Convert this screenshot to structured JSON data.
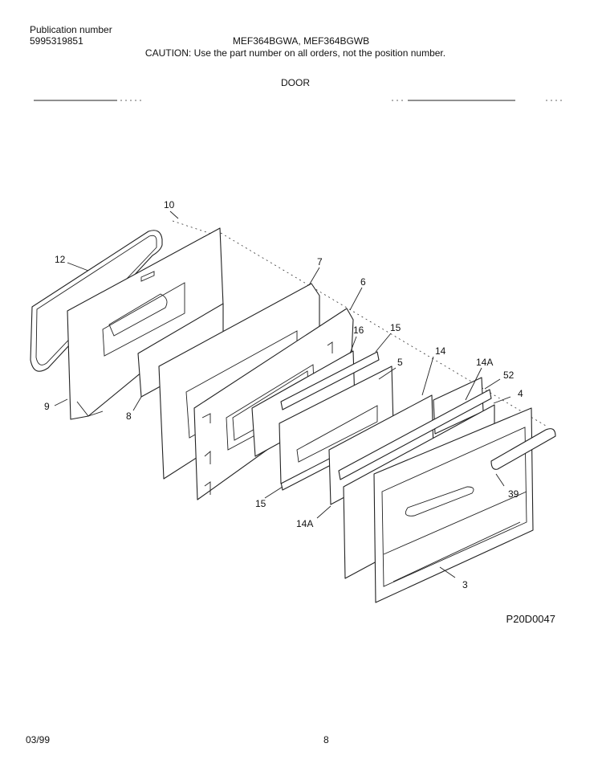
{
  "header": {
    "publication_label": "Publication number",
    "publication_number": "5995319851",
    "models": "MEF364BGWA, MEF364BGWB",
    "caution": "CAUTION:  Use the part number on all orders, not the position number.",
    "section_title": "DOOR"
  },
  "diagram": {
    "callouts": [
      "10",
      "12",
      "7",
      "6",
      "16",
      "15",
      "5",
      "14",
      "14A",
      "52",
      "4",
      "9",
      "8",
      "39",
      "15",
      "14A",
      "3"
    ],
    "code": "P20D0047"
  },
  "footer": {
    "date": "03/99",
    "page": "8"
  }
}
